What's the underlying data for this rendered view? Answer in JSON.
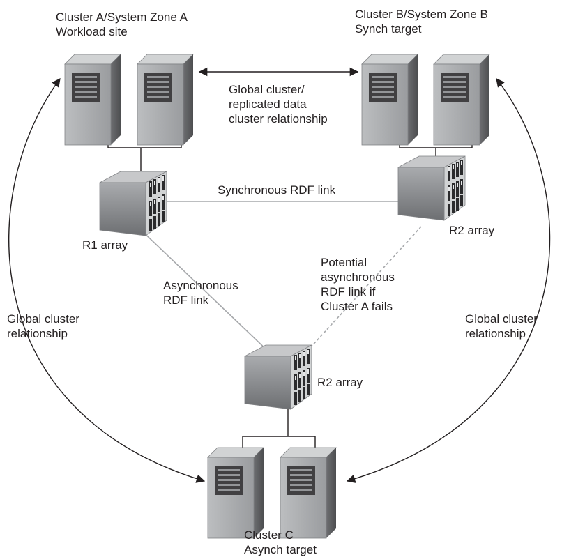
{
  "clusters": {
    "a": {
      "title": "Cluster A/System Zone A",
      "role": "Workload site"
    },
    "b": {
      "title": "Cluster B/System Zone B",
      "role": "Synch target"
    },
    "c": {
      "title": "Cluster C",
      "role": "Asynch target"
    }
  },
  "arrays": {
    "r1": "R1 array",
    "r2_b": "R2 array",
    "r2_c": "R2 array"
  },
  "links": {
    "ab_relationship": [
      "Global cluster/",
      "replicated data",
      "cluster relationship"
    ],
    "synchronous": "Synchronous RDF link",
    "asynchronous": [
      "Asynchronous",
      "RDF link"
    ],
    "potential": [
      "Potential",
      "asynchronous",
      "RDF link if",
      "Cluster A fails"
    ],
    "global_left": [
      "Global cluster",
      "relationship"
    ],
    "global_right": [
      "Global cluster",
      "relationship"
    ]
  },
  "colors": {
    "text": "#231f20",
    "server_body": "#a7a9ac",
    "server_dark": "#58595b",
    "array_body": "#8e9094",
    "rdf_link": "#a6a8ab",
    "connector": "#231f20"
  }
}
